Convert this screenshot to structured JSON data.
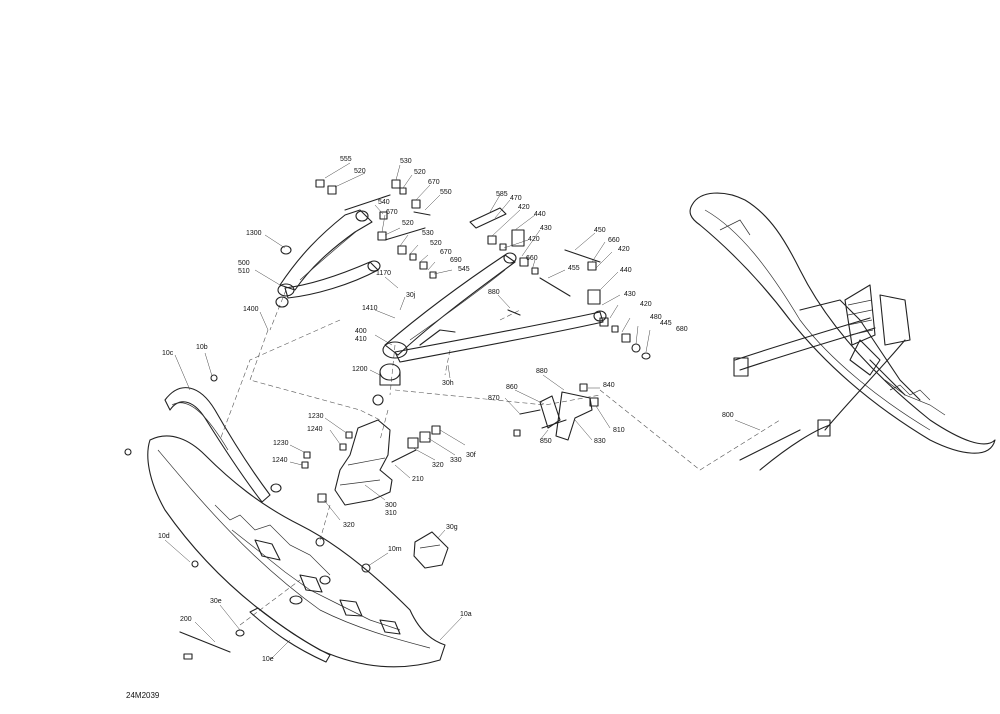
{
  "diagram_code": "24M2039",
  "callouts": [
    {
      "id": "c555",
      "text": "555"
    },
    {
      "id": "c520a",
      "text": "520"
    },
    {
      "id": "c530a",
      "text": "530"
    },
    {
      "id": "c520b",
      "text": "520"
    },
    {
      "id": "c670a",
      "text": "670"
    },
    {
      "id": "c550",
      "text": "550"
    },
    {
      "id": "c540",
      "text": "540"
    },
    {
      "id": "c670b",
      "text": "670"
    },
    {
      "id": "c520c",
      "text": "520"
    },
    {
      "id": "c530b",
      "text": "530"
    },
    {
      "id": "c520d",
      "text": "520"
    },
    {
      "id": "c670c",
      "text": "670"
    },
    {
      "id": "c690",
      "text": "690"
    },
    {
      "id": "c545",
      "text": "545"
    },
    {
      "id": "c1300",
      "text": "1300"
    },
    {
      "id": "c500",
      "text": "500"
    },
    {
      "id": "c510",
      "text": "510"
    },
    {
      "id": "c1400",
      "text": "1400"
    },
    {
      "id": "c1170",
      "text": "1170"
    },
    {
      "id": "c30j",
      "text": "30j"
    },
    {
      "id": "c1410",
      "text": "1410"
    },
    {
      "id": "c400",
      "text": "400"
    },
    {
      "id": "c410",
      "text": "410"
    },
    {
      "id": "c1200",
      "text": "1200"
    },
    {
      "id": "c30h",
      "text": "30h"
    },
    {
      "id": "c585",
      "text": "585"
    },
    {
      "id": "c470",
      "text": "470"
    },
    {
      "id": "c420a",
      "text": "420"
    },
    {
      "id": "c440a",
      "text": "440"
    },
    {
      "id": "c430a",
      "text": "430"
    },
    {
      "id": "c420b",
      "text": "420"
    },
    {
      "id": "c660a",
      "text": "660"
    },
    {
      "id": "c450",
      "text": "450"
    },
    {
      "id": "c660b",
      "text": "660"
    },
    {
      "id": "c420c",
      "text": "420"
    },
    {
      "id": "c455",
      "text": "455"
    },
    {
      "id": "c440b",
      "text": "440"
    },
    {
      "id": "c880a",
      "text": "880"
    },
    {
      "id": "c430b",
      "text": "430"
    },
    {
      "id": "c420d",
      "text": "420"
    },
    {
      "id": "c480",
      "text": "480"
    },
    {
      "id": "c445",
      "text": "445"
    },
    {
      "id": "c680",
      "text": "680"
    },
    {
      "id": "c10c",
      "text": "10c"
    },
    {
      "id": "c10b",
      "text": "10b"
    },
    {
      "id": "c1230a",
      "text": "1230"
    },
    {
      "id": "c1240a",
      "text": "1240"
    },
    {
      "id": "c1230b",
      "text": "1230"
    },
    {
      "id": "c1240b",
      "text": "1240"
    },
    {
      "id": "c320a",
      "text": "320"
    },
    {
      "id": "c330",
      "text": "330"
    },
    {
      "id": "c30f",
      "text": "30f"
    },
    {
      "id": "c210",
      "text": "210"
    },
    {
      "id": "c300",
      "text": "300"
    },
    {
      "id": "c310",
      "text": "310"
    },
    {
      "id": "c320b",
      "text": "320"
    },
    {
      "id": "c880b",
      "text": "880"
    },
    {
      "id": "c860",
      "text": "860"
    },
    {
      "id": "c840",
      "text": "840"
    },
    {
      "id": "c870",
      "text": "870"
    },
    {
      "id": "c810",
      "text": "810"
    },
    {
      "id": "c850",
      "text": "850"
    },
    {
      "id": "c830",
      "text": "830"
    },
    {
      "id": "c800",
      "text": "800"
    },
    {
      "id": "c10d",
      "text": "10d"
    },
    {
      "id": "c30g",
      "text": "30g"
    },
    {
      "id": "c10m",
      "text": "10m"
    },
    {
      "id": "c30e",
      "text": "30e"
    },
    {
      "id": "c200",
      "text": "200"
    },
    {
      "id": "c10a",
      "text": "10a"
    },
    {
      "id": "c10e",
      "text": "10e"
    }
  ]
}
